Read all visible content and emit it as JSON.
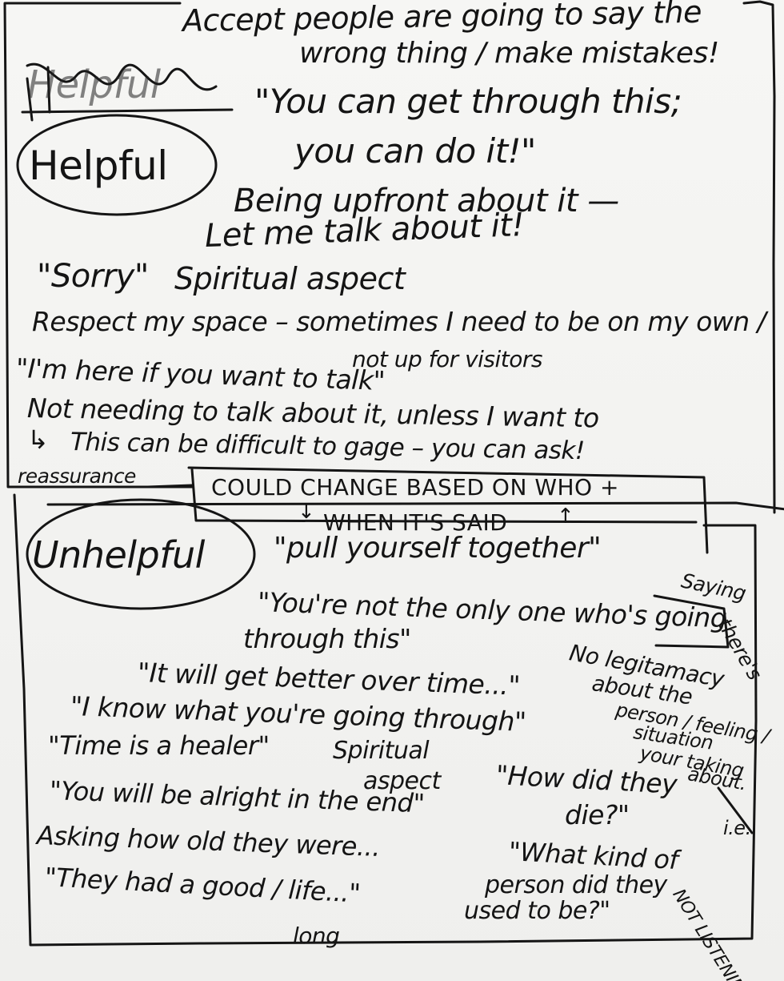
{
  "top_note": {
    "line1": "Accept people are going to say the",
    "line2": "wrong thing / make mistakes!"
  },
  "helpful": {
    "scribble": "Helpful",
    "heading": "Helpful",
    "items": {
      "get_through_1": "\"You can get through this;",
      "get_through_2": "you can do it!\"",
      "upfront_1": "Being upfront about it —",
      "upfront_2": "Let me talk about it!",
      "sorry": "\"Sorry\"",
      "spiritual": "Spiritual aspect",
      "respect_1": "Respect my space – sometimes I need to be on my own /",
      "respect_2": "not up for visitors",
      "here_if": "\"I'm here if you want to talk\"",
      "not_needing": "Not needing to talk about it, unless I want to",
      "arrow": "↳",
      "difficult": "This can be difficult to gage – you can ask!",
      "reassurance": "reassurance"
    }
  },
  "box_note": {
    "line1": "COULD CHANGE BASED ON WHO +",
    "line2": "WHEN IT'S SAID",
    "down_arrow": "↓",
    "up_arrow": "↑"
  },
  "unhelpful": {
    "heading": "Unhelpful",
    "items": {
      "pull_yourself": "\"pull yourself together\"",
      "not_only_1": "\"You're not the only one who's going",
      "not_only_2": "through this\"",
      "get_better": "\"It will get better over time...\"",
      "i_know": "\"I know what you're going through\"",
      "time_healer": "\"Time is a healer\"",
      "spiritual_1": "Spiritual",
      "spiritual_2": "aspect",
      "how_died_1": "\"How did they",
      "how_died_2": "die?\"",
      "alright": "\"You will be alright in the end\"",
      "asking_old": "Asking how old they were...",
      "what_kind_1": "\"What kind of",
      "what_kind_2": "person did they",
      "what_kind_3": "used to be?\"",
      "good_life_1": "\"They had a good / life...\"",
      "good_life_2": "long"
    },
    "side_note": {
      "line1": "Saying",
      "line2": "there's",
      "line3": "No legitamacy",
      "line4": "about the",
      "line5": "person / feeling /",
      "line6": "situation",
      "line7": "your taking",
      "line8": "about.",
      "ie": "i.e.",
      "not_listening": "NOT LISTENING"
    }
  }
}
